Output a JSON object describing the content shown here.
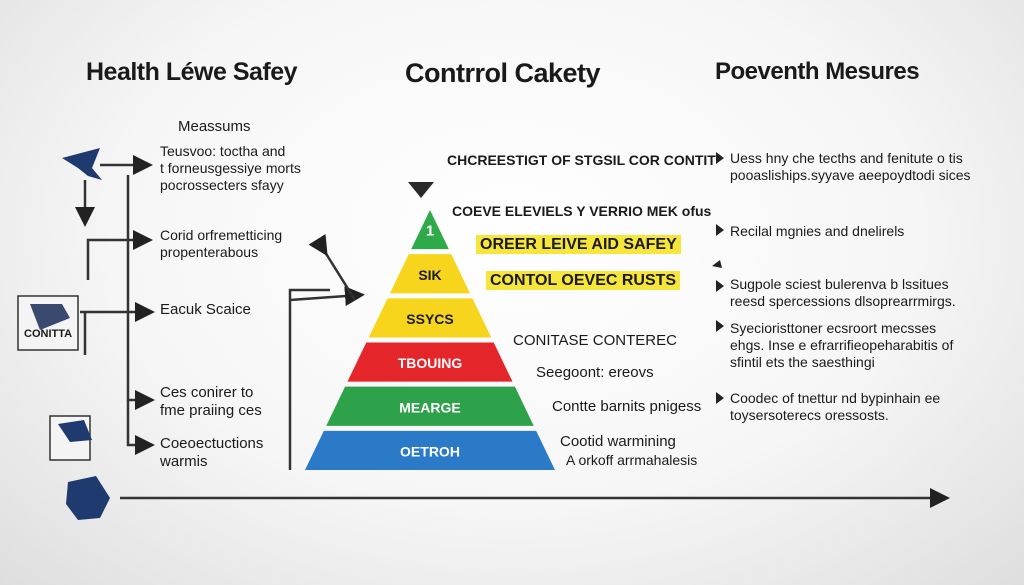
{
  "titles": {
    "left": "Health Léwe Safey",
    "center": "Contrrol Cakety",
    "right": "Poeventh Mesures"
  },
  "left_column": {
    "heading": "Meassums",
    "block1": [
      "Teusvoo: toctha and",
      "t forneusgessiye morts",
      "pocrossecters sfayy"
    ],
    "block2": [
      "Corid orfremetticing",
      "propenterabous"
    ],
    "block3": [
      "Eacuk Scaice"
    ],
    "block4": [
      "Ces conirer to",
      "fme praiing ces"
    ],
    "block5": [
      "Coeoectuctions",
      "warmis"
    ],
    "sign_label": "CONITTA"
  },
  "pyramid": {
    "top_label": "CHCREESTIGT OF STGSIL COR CONTIT",
    "sub_label": "COEVE ELEVIELS Y VERRIO MEK  ofus",
    "highlight1": "OREER LEIVE AID SAFEY",
    "highlight2": "CONTOL OEVEC RUSTS",
    "levels": [
      {
        "label": "1",
        "color": "#2faa48"
      },
      {
        "label": "SIK",
        "color": "#f6d51c"
      },
      {
        "label": "SSYCS",
        "color": "#f6d51c"
      },
      {
        "label": "TBOUING",
        "color": "#e4252a"
      },
      {
        "label": "MEARGE",
        "color": "#2ea24a"
      },
      {
        "label": "OETROH",
        "color": "#2a7ac8"
      }
    ],
    "side_labels": [
      "CONITASE CONTEREC",
      "Seegoont: ereovs",
      "Contte barnits pnigess",
      "Cootid warmining",
      "A orkoff arrmahalesis"
    ]
  },
  "right_column": {
    "block1": [
      "Uess hny che tecths and fenitute o tis",
      "pooasliships.syyave aeepoydtodi sices"
    ],
    "block2": [
      "Recilal mgnies and dnelirels"
    ],
    "block3": [
      "Sugpole sciest bulerenva b lssitues",
      "reesd spercessions dlsoprearrmirgs."
    ],
    "block4": [
      "Syecioristtoner ecsroort mecsses",
      "ehgs. Inse e efrarrifieopeharabitis of",
      "sfintil ets the saesthingi"
    ],
    "block5": [
      "Coodec of tnettur nd bypinhain ee",
      "toysersoterecs oressosts."
    ]
  }
}
